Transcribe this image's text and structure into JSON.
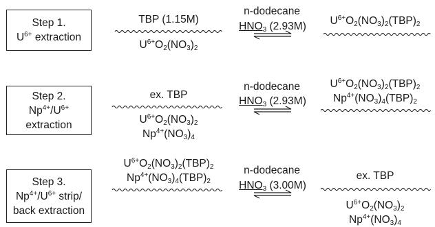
{
  "steps": [
    {
      "box": [
        "Step 1.",
        "U^{6+} extraction"
      ],
      "left_above": [
        "TBP (1.15M)"
      ],
      "left_below": [
        "U^{6+}O_{2}(NO_{3})_{2}"
      ],
      "solvent": "n-dodecane",
      "acid": "HNO_{3} (2.93M)",
      "right_above": [
        "U^{6+}O_{2}(NO_{3})_{2}(TBP)_{2}"
      ],
      "right_below": []
    },
    {
      "box": [
        "Step 2.",
        "Np^{4+}/U^{6+}",
        "extraction"
      ],
      "left_above": [
        "ex. TBP"
      ],
      "left_below": [
        "U^{6+}O_{2}(NO_{3})_{2}",
        "Np^{4+}(NO_{3})_{4}"
      ],
      "solvent": "n-dodecane",
      "acid": "HNO_{3} (2.93M)",
      "right_above": [
        "U^{6+}O_{2}(NO_{3})_{2}(TBP)_{2}",
        "Np^{4+}(NO_{3})_{4}(TBP)_{2}"
      ],
      "right_below": []
    },
    {
      "box": [
        "Step 3.",
        "Np^{4+}/U^{6+} strip/",
        "back extraction"
      ],
      "left_above": [
        "U^{6+}O_{2}(NO_{3})_{2}(TBP)_{2}",
        "Np^{4+}(NO_{3})_{4}(TBP)_{2}"
      ],
      "left_below": [],
      "solvent": "n-dodecane",
      "acid": "HNO_{3} (3.00M)",
      "right_above": [
        "ex. TBP"
      ],
      "right_below": [
        "U^{6+}O_{2}(NO_{3})_{2}",
        "Np^{4+}(NO_{3})_{4}"
      ]
    }
  ]
}
